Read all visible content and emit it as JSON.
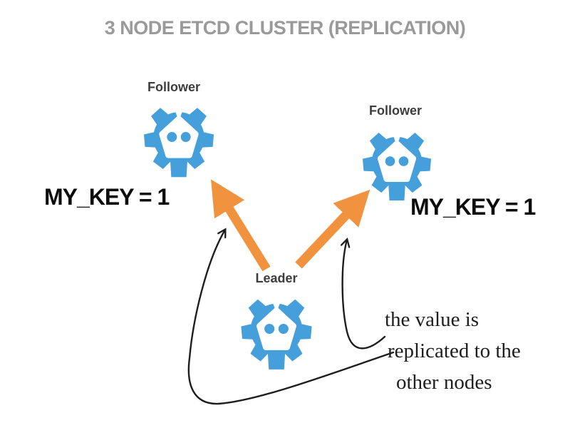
{
  "title": "3 NODE ETCD CLUSTER (REPLICATION)",
  "nodes": {
    "follower_left": {
      "label": "Follower",
      "key_value": "MY_KEY = 1"
    },
    "follower_right": {
      "label": "Follower",
      "key_value": "MY_KEY = 1"
    },
    "leader": {
      "label": "Leader"
    }
  },
  "annotation": {
    "line1": "the value is",
    "line2": "replicated to the",
    "line3": "other nodes"
  },
  "icons": {
    "node": "etcd-gear-icon"
  },
  "colors": {
    "node_blue": "#459FDB",
    "arrow_orange": "#F0923E",
    "title_gray": "#9A9A9A",
    "label_dark": "#3D3D3D",
    "key_text": "#0D0D0D",
    "annotation_ink": "#1E1E1E"
  }
}
